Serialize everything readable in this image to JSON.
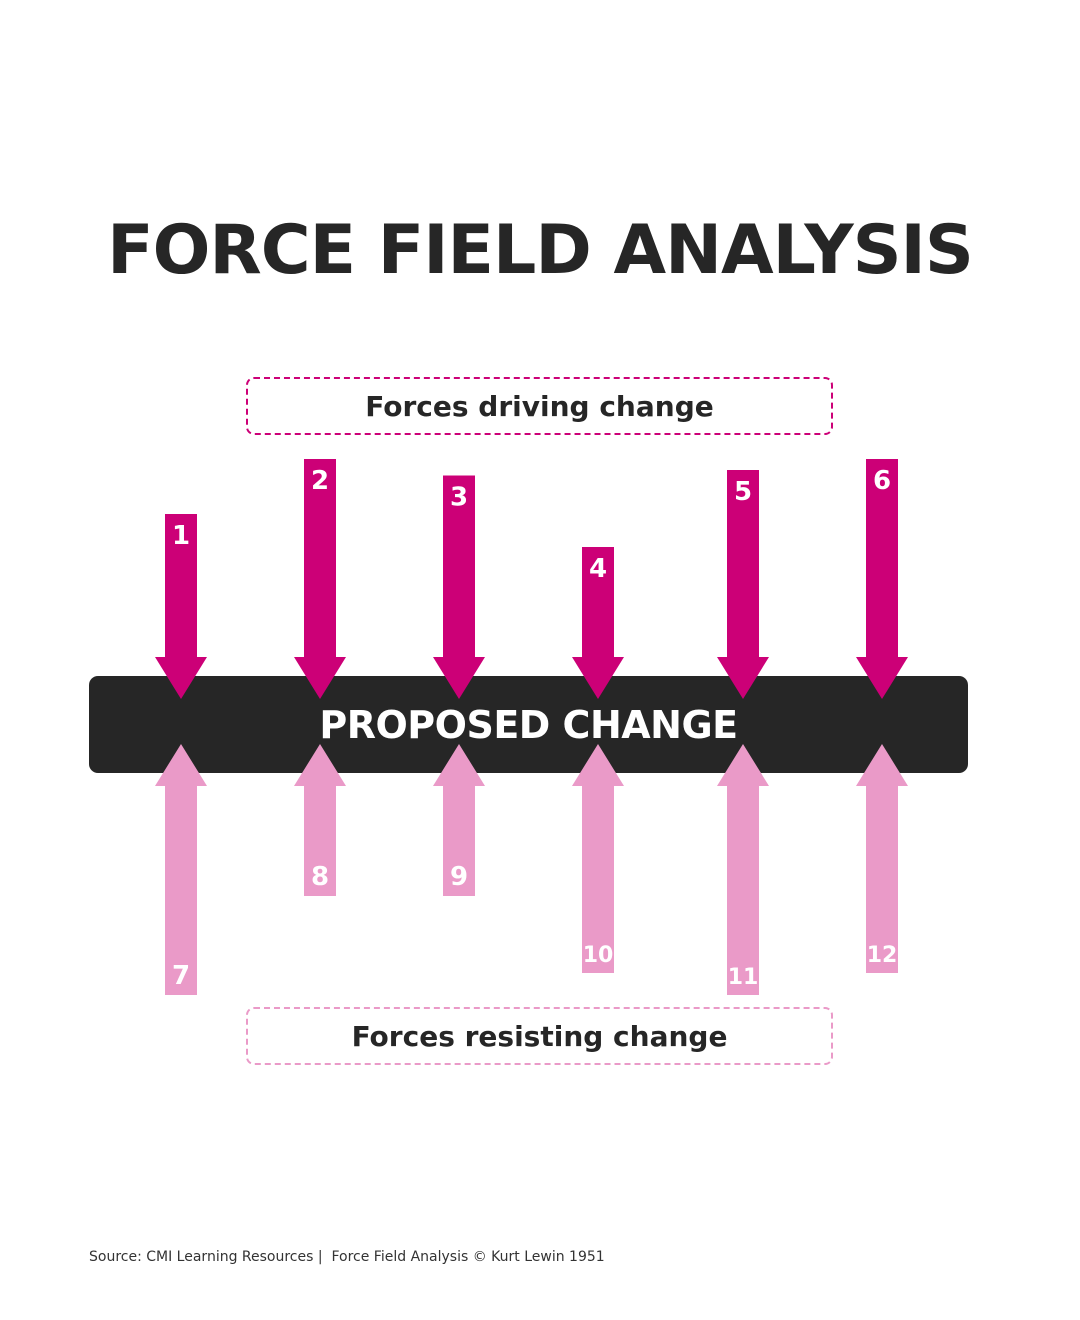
{
  "title": "FORCE FIELD ANALYSIS",
  "driving_label": "Forces driving change",
  "resisting_label": "Forces resisting change",
  "center_label": "PROPOSED CHANGE",
  "source": "Source: CMI Learning Resources |  Force Field Analysis © Kurt Lewin 1951",
  "colors": {
    "driving": "#cc0077",
    "resisting": "#ea9ac8",
    "bar": "#262626",
    "text": "#262626"
  },
  "driving_forces": [
    {
      "label": "1",
      "strength": 2.6
    },
    {
      "label": "2",
      "strength": 3.6
    },
    {
      "label": "3",
      "strength": 3.3
    },
    {
      "label": "4",
      "strength": 2.0
    },
    {
      "label": "5",
      "strength": 3.4
    },
    {
      "label": "6",
      "strength": 3.6
    }
  ],
  "resisting_forces": [
    {
      "label": "7",
      "strength": 3.8
    },
    {
      "label": "8",
      "strength": 2.0
    },
    {
      "label": "9",
      "strength": 2.0
    },
    {
      "label": "10",
      "strength": 3.4
    },
    {
      "label": "11",
      "strength": 3.8
    },
    {
      "label": "12",
      "strength": 3.4
    }
  ]
}
